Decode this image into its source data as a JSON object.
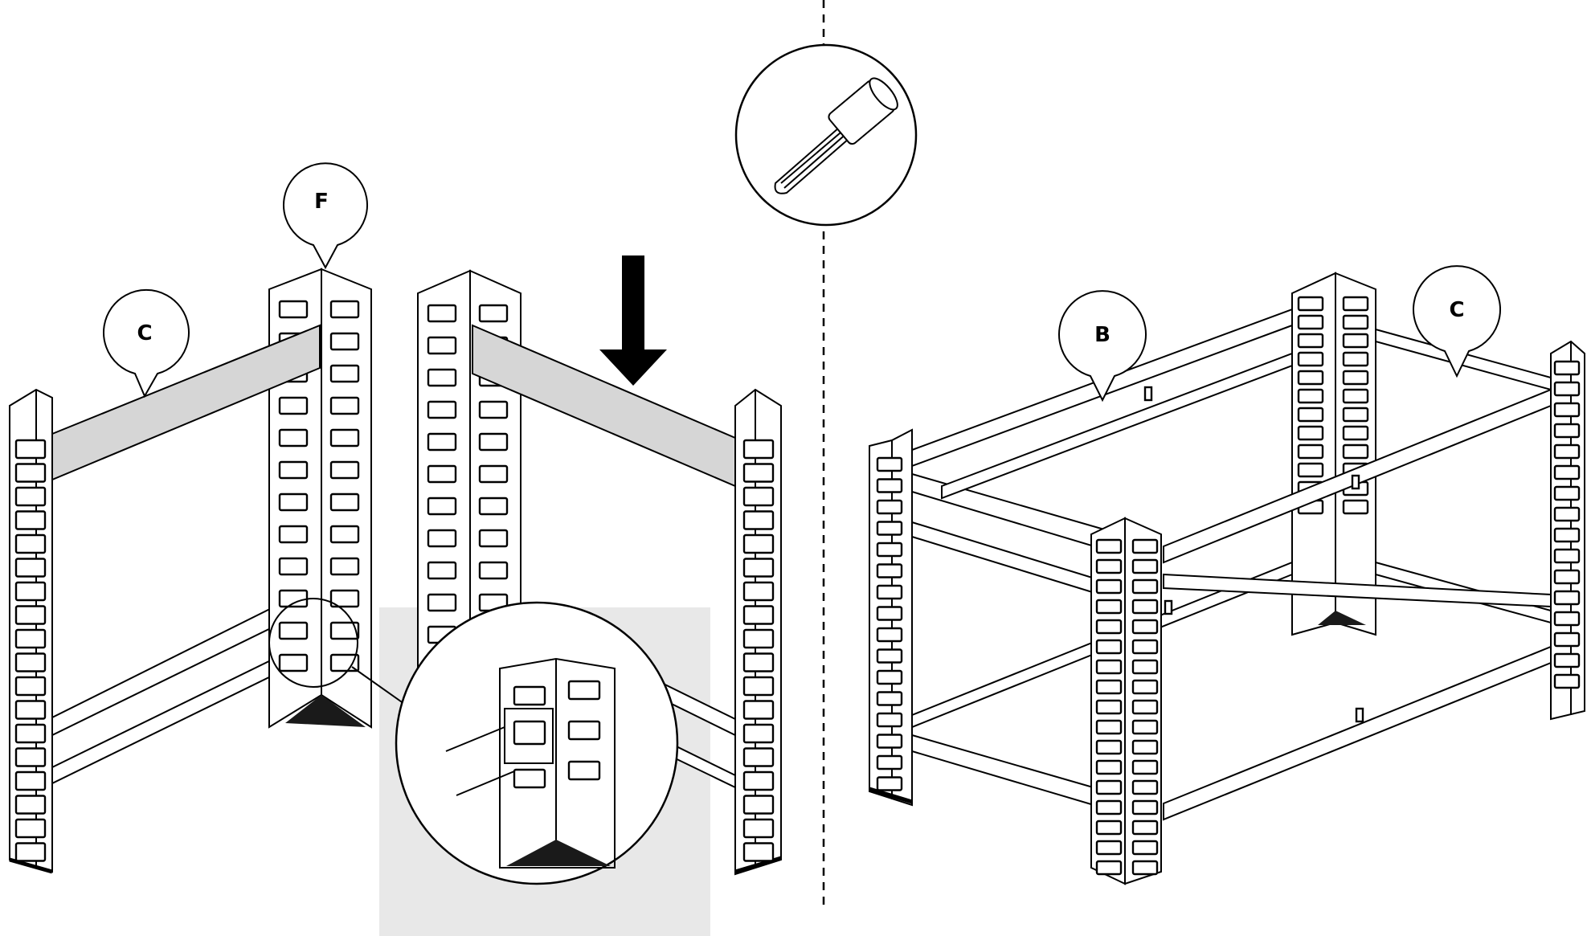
{
  "colors": {
    "line": "#000000",
    "highlighted_beam": "#d6d6d6",
    "detail_background": "#e8e8e8",
    "background": "#ffffff"
  },
  "callouts": {
    "left_post": "F",
    "left_beam": "C",
    "right_beam_long": "B",
    "right_beam_short": "C"
  },
  "tool": {
    "name": "rubber-mallet-icon"
  }
}
